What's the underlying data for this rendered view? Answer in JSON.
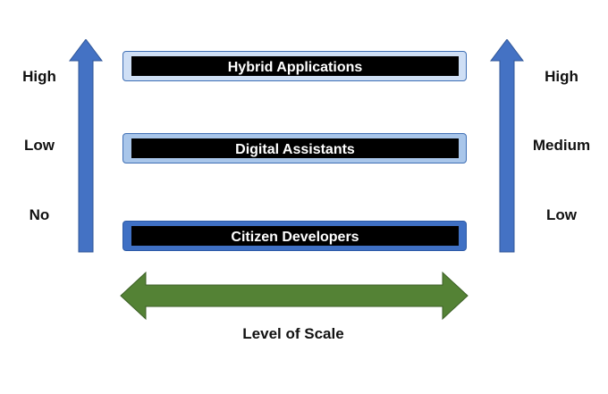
{
  "left_axis": {
    "labels": [
      "High",
      "Low",
      "No"
    ]
  },
  "right_axis": {
    "labels": [
      "High",
      "Medium",
      "Low"
    ]
  },
  "tiers": [
    {
      "label": "Hybrid Applications"
    },
    {
      "label": "Digital Assistants"
    },
    {
      "label": "Citizen Developers"
    }
  ],
  "scale": {
    "label": "Level of Scale"
  },
  "colors": {
    "vertical_arrow": "#4472c4",
    "horizontal_arrow": "#548235",
    "tier_top_frame": "#cfdff5",
    "tier_mid_frame": "#a9c6ea",
    "tier_bottom_frame": "#3f70c4",
    "tier_bar": "#000000"
  }
}
